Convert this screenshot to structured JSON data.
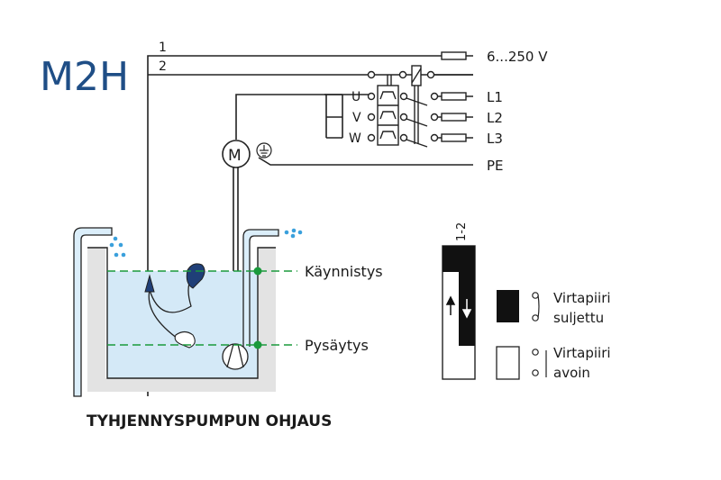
{
  "model": {
    "label": "M2H",
    "color": "#1f4e86"
  },
  "wires": {
    "wire1_label": "1",
    "wire2_label": "2"
  },
  "supply": {
    "voltage_label": "6...250 V",
    "phases": [
      "L1",
      "L2",
      "L3"
    ],
    "earth_label": "PE",
    "motor_terminals": [
      "U",
      "V",
      "W"
    ]
  },
  "motor": {
    "symbol": "M",
    "earth_symbol": "earth-ground"
  },
  "levels": {
    "start_label": "Käynnistys",
    "stop_label": "Pysäytys",
    "color": "#1a9a3c"
  },
  "legend": {
    "switch_id": "1-2",
    "closed_line1": "Virtapiiri",
    "closed_line2": "suljettu",
    "open_line1": "Virtapiiri",
    "open_line2": "avoin"
  },
  "caption": "TYHJENNYSPUMPUN OHJAUS",
  "colors": {
    "water": "#d4e9f7",
    "pipe_fill": "#dbeefa",
    "wall": "#e3e3e3",
    "float": "#1f3f78",
    "drops": "#3aa0dc",
    "line": "#222222"
  }
}
